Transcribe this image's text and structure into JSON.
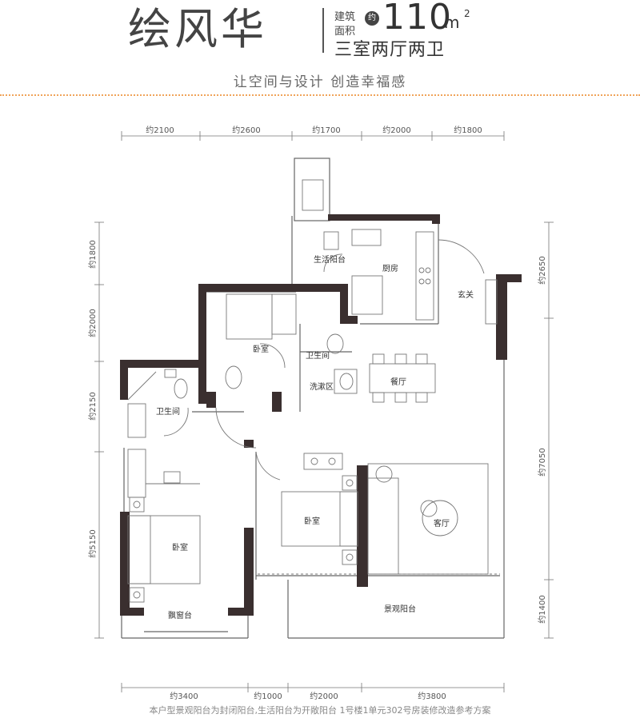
{
  "header": {
    "title": "绘风华",
    "area_label_1": "建筑",
    "area_label_2": "面积",
    "area_about": "约",
    "area_value": "110",
    "area_unit": "m",
    "area_unit_sup": "2",
    "layout_type": "三室两厅两卫"
  },
  "slogan": "让空间与设计  创造幸福感",
  "rooms": {
    "living_balcony": "生活阳台",
    "kitchen": "厨房",
    "foyer": "玄关",
    "bedroom_north": "卧室",
    "bathroom_center": "卫生间",
    "bathroom_west": "卫生间",
    "wash_area": "洗漱区",
    "dining": "餐厅",
    "bedroom_middle": "卧室",
    "living_room": "客厅",
    "bedroom_master": "卧室",
    "bay_window": "飘窗台",
    "view_balcony": "景观阳台"
  },
  "dimensions": {
    "top": [
      "约2100",
      "约2600",
      "约1700",
      "约2000",
      "约1800"
    ],
    "bottom": [
      "约3400",
      "约1000",
      "约2000",
      "约3800"
    ],
    "left": [
      "约1800",
      "约2000",
      "约2150",
      "约5150"
    ],
    "right": [
      "约2650",
      "约7050",
      "约1400"
    ]
  },
  "footnote": "本户型景观阳台为封闭阳台,生活阳台为开敞阳台    1号楼1单元302号房装修改造参考方案",
  "colors": {
    "wall": "#3a2f2f",
    "line": "#666666",
    "accent_dots": "#f0a35a"
  }
}
